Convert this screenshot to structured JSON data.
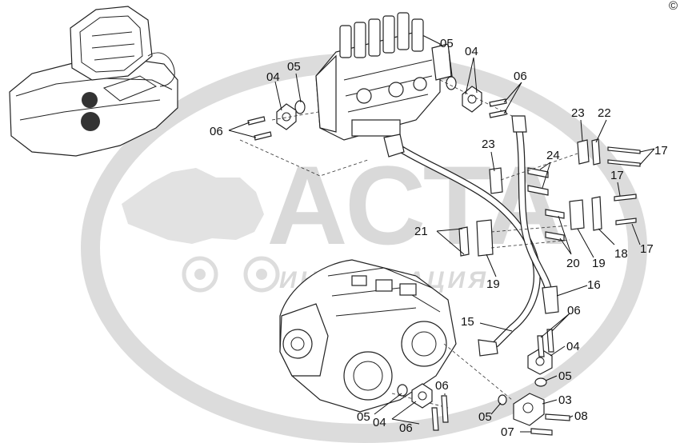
{
  "corner_mark": "© ",
  "watermark": {
    "main_text": "АСТА",
    "sub_text": "ИНФОРМАЦИЯ"
  },
  "callouts": [
    {
      "id": "c05a",
      "text": "05"
    },
    {
      "id": "c04a",
      "text": "04"
    },
    {
      "id": "c06a",
      "text": "06"
    },
    {
      "id": "c05b",
      "text": "05"
    },
    {
      "id": "c04b",
      "text": "04"
    },
    {
      "id": "c06b",
      "text": "06"
    },
    {
      "id": "c23a",
      "text": "23"
    },
    {
      "id": "c22",
      "text": "22"
    },
    {
      "id": "c17a",
      "text": "17"
    },
    {
      "id": "c23b",
      "text": "23"
    },
    {
      "id": "c24",
      "text": "24"
    },
    {
      "id": "c17b",
      "text": "17"
    },
    {
      "id": "c21",
      "text": "21"
    },
    {
      "id": "c20",
      "text": "20"
    },
    {
      "id": "c19a",
      "text": "19"
    },
    {
      "id": "c18",
      "text": "18"
    },
    {
      "id": "c17c",
      "text": "17"
    },
    {
      "id": "c19b",
      "text": "19"
    },
    {
      "id": "c16",
      "text": "16"
    },
    {
      "id": "c15",
      "text": "15"
    },
    {
      "id": "c06c",
      "text": "06"
    },
    {
      "id": "c04c",
      "text": "04"
    },
    {
      "id": "c05c",
      "text": "05"
    },
    {
      "id": "c03",
      "text": "03"
    },
    {
      "id": "c08",
      "text": "08"
    },
    {
      "id": "c07",
      "text": "07"
    },
    {
      "id": "c05d",
      "text": "05"
    },
    {
      "id": "c04d",
      "text": "04"
    },
    {
      "id": "c06d",
      "text": "06"
    },
    {
      "id": "c06e",
      "text": "06"
    },
    {
      "id": "c05e",
      "text": "05"
    }
  ]
}
